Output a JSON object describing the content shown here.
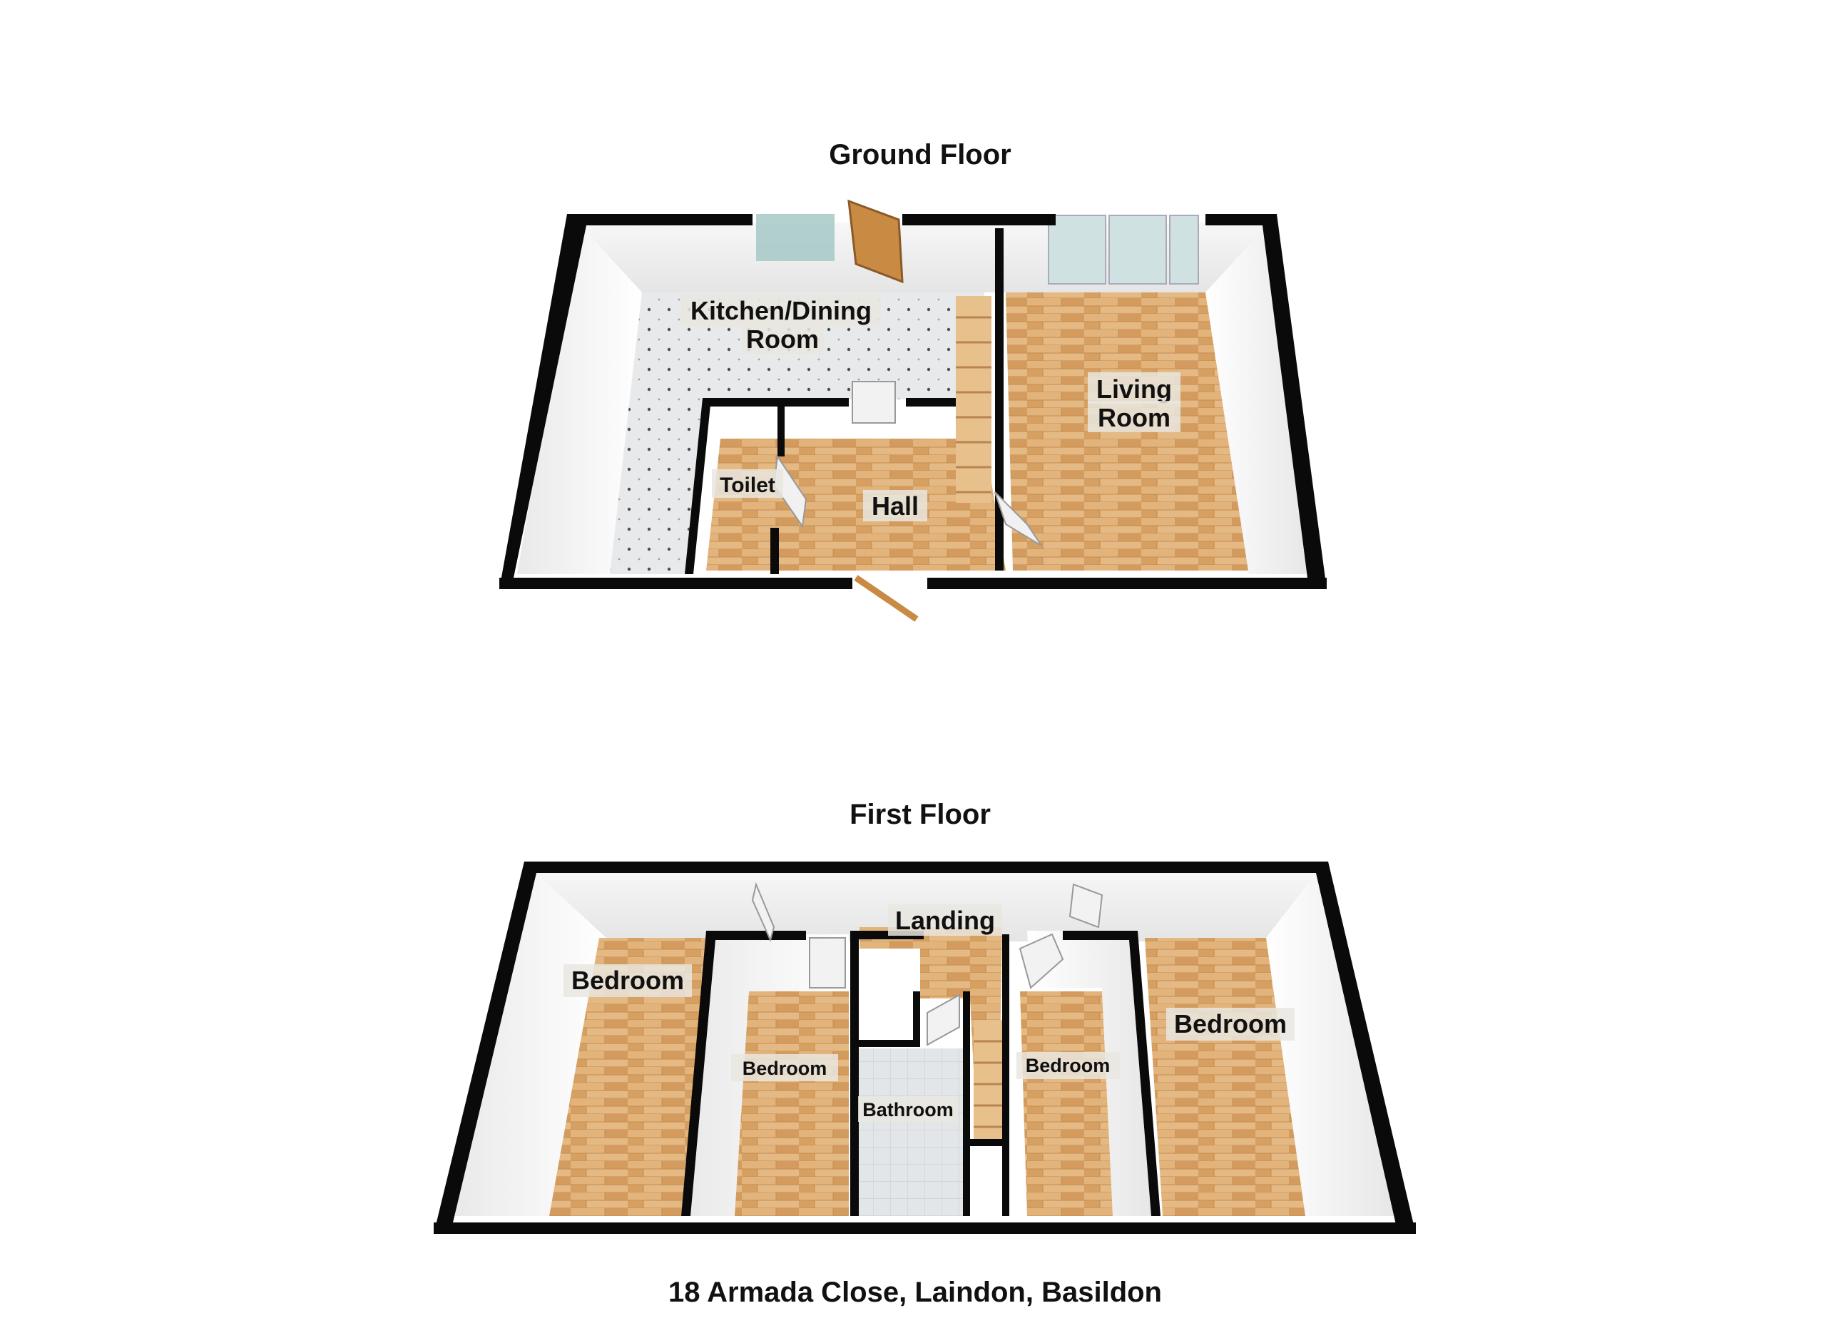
{
  "ground_floor": {
    "title": "Ground Floor",
    "rooms": {
      "kitchen_dining_line1": "Kitchen/Dining",
      "kitchen_dining_line2": "Room",
      "living_line1": "Living",
      "living_line2": "Room",
      "toilet": "Toilet",
      "hall": "Hall"
    }
  },
  "first_floor": {
    "title": "First Floor",
    "rooms": {
      "landing": "Landing",
      "bedroom_1": "Bedroom",
      "bedroom_2": "Bedroom",
      "bathroom": "Bathroom",
      "bedroom_3": "Bedroom",
      "bedroom_4": "Bedroom"
    }
  },
  "address": "18 Armada Close, Laindon, Basildon",
  "colors": {
    "wall": "#0a0a0a",
    "wall_interior": "#f4f4f4",
    "wall_shade": "#dcdcdc",
    "wood_floor": "#d9a56a",
    "tile_floor": "#e6e8ea",
    "door": "#c98a44",
    "window_glass": "#9fc6c3"
  }
}
